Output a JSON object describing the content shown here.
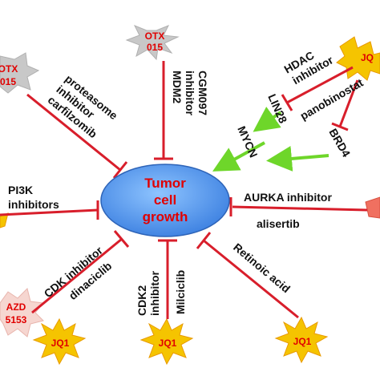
{
  "center": {
    "line1": "Tumor",
    "line2": "cell",
    "line3": "growth"
  },
  "top_node": {
    "line1": "OTX",
    "line2": "015"
  },
  "topleft_node": {
    "line1": "OTX",
    "line2": "015"
  },
  "topright_node": {
    "line1": "JQ"
  },
  "bottomleft_node": {
    "line1": "AZD",
    "line2": "5153"
  },
  "bottom_nodes": [
    "JQ1",
    "JQ1",
    "JQ1"
  ],
  "labels": {
    "proteasome": [
      "proteasome",
      "inhibitor",
      "carfilzomib"
    ],
    "mdm2": [
      "MDM2",
      "inhibitor",
      "CGM097"
    ],
    "hdac": [
      "HDAC",
      "inhibitor",
      "panobinostat"
    ],
    "lin28": "LIN28",
    "mycn": "MYCN",
    "brd4": "BRD4",
    "pi3k": [
      "PI3K",
      "inhibitors"
    ],
    "aurka": [
      "AURKA inhibitor",
      "alisertib"
    ],
    "cdk": [
      "CDK inhibitor",
      "dinaciclib"
    ],
    "cdk2": [
      "CDK2",
      "inhibitor",
      "Milciclib"
    ],
    "retinoic": "Retinoic acid"
  },
  "colors": {
    "inhibit": "#d81e2b",
    "activate": "#6ed62a",
    "center_fill": "#4a90e8",
    "center_text": "#e00000",
    "burst": "#f5c400",
    "gray_burst": "#c8c8c8"
  }
}
